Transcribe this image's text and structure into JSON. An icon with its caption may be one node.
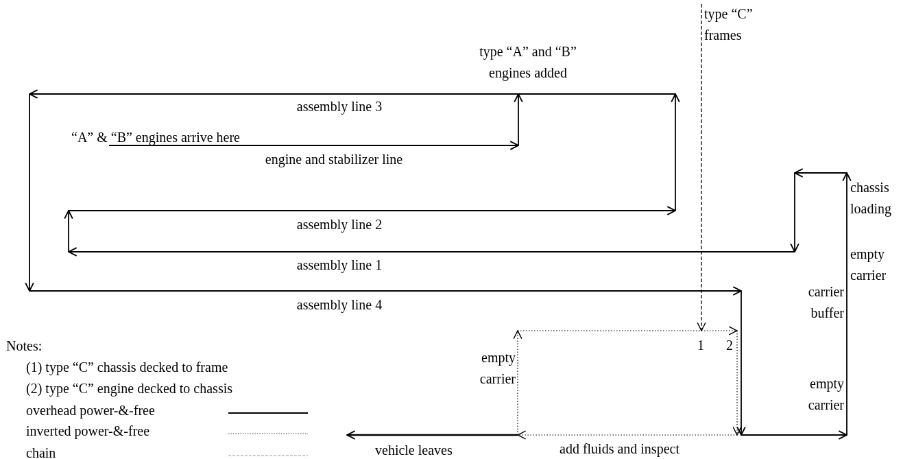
{
  "diagram": {
    "nodes": [
      {
        "text": [
          "type “C” frames"
        ]
      },
      {
        "text": [
          "1"
        ]
      }
    ],
    "edges": [
      {
        "from": 0,
        "to": 1,
        "arrow": "to",
        "style": "dashed"
      }
    ],
    "labels": [
      "type “A” and “B” engines added",
      "assembly line 3",
      "“A” & “B” engines arrive here",
      "engine and stabilizer line",
      "chassis loading",
      "assembly line 2",
      "assembly line 1",
      "empty carrier",
      "assembly line 4",
      "carrier buffer",
      "Notes:",
      "2",
      "empty carrier",
      "(1) type “C” chassis decked to frame",
      "(2) type “C” engine decked to chassis",
      "empty carrier",
      "vehicle leaves",
      "add fluids and inspect"
    ],
    "legend": [
      {
        "text": "overhead power-&-free"
      },
      {
        "text": "inverted power-&-free"
      },
      {
        "text": "chain"
      }
    ]
  }
}
